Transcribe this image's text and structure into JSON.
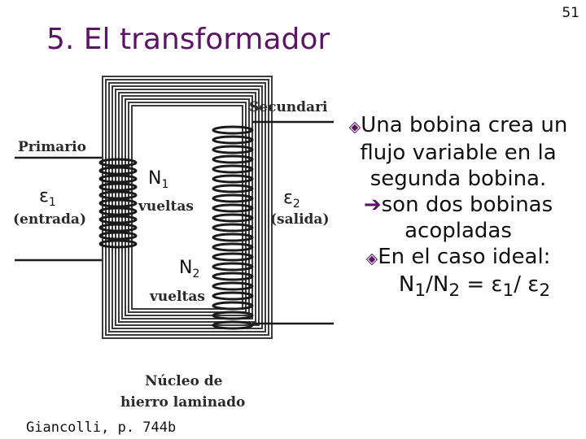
{
  "slide": {
    "page_number": "51",
    "title": "5. El transformador",
    "citation": "Giancolli, p. 744b"
  },
  "figure": {
    "secondary_label": "Secundari",
    "primary_label": "Primario",
    "input_label": "(entrada)",
    "output_label": "(salida)",
    "turns_label_1": "vueltas",
    "turns_label_2": "vueltas",
    "core_label_line1": "Núcleo de",
    "core_label_line2": "hierro laminado",
    "emf1_symbol": "ε",
    "emf1_sub": "1",
    "emf2_symbol": "ε",
    "emf2_sub": "2",
    "n1_symbol": "N",
    "n1_sub": "1",
    "n2_symbol": "N",
    "n2_sub": "2"
  },
  "bullets": {
    "item1_line1": "Una bobina crea un",
    "item1_line2": "flujo variable en la",
    "item1_line3": "segunda bobina.",
    "item2_line1": "son dos bobinas",
    "item2_line2": "acopladas",
    "item3_line1": "En el caso ideal:",
    "eq": {
      "n1": "N",
      "n1_sub": "1",
      "slash1": "/",
      "n2": "N",
      "n2_sub": "2",
      "equals": " = ",
      "e1": "ε",
      "e1_sub": "1",
      "slash2": "/ ",
      "e2": "ε",
      "e2_sub": "2"
    }
  }
}
